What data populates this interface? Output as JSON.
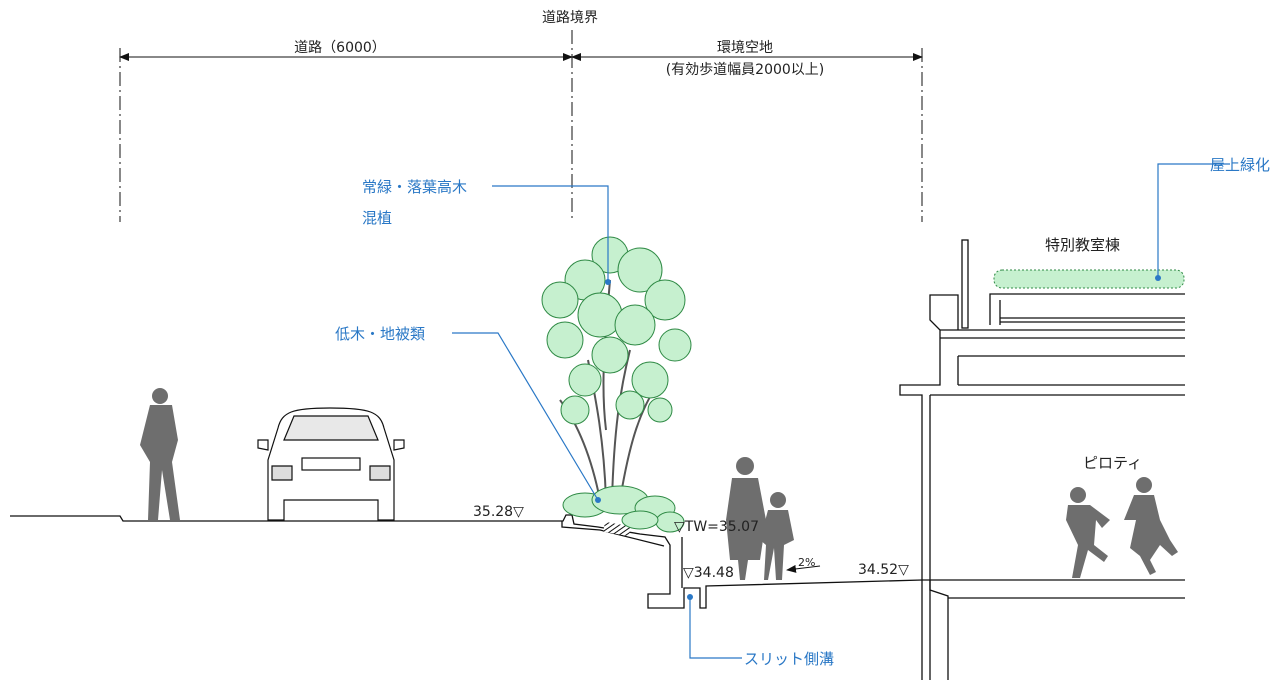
{
  "dimensions": {
    "boundary": "道路境界",
    "road": "道路（6000）",
    "open_space_line1": "環境空地",
    "open_space_line2": "(有効歩道幅員2000以上)"
  },
  "callouts": {
    "trees_line1": "常緑・落葉高木",
    "trees_line2": "混植",
    "shrubs": "低木・地被類",
    "roof_greening": "屋上緑化",
    "slit_gutter": "スリット側溝"
  },
  "building": {
    "name": "特別教室棟",
    "piloti": "ピロティ"
  },
  "levels": {
    "road": "35.28▽",
    "top_wall": "▽TW=35.07",
    "gutter": "▽34.48",
    "slope": "2%",
    "building": "34.52▽"
  },
  "colors": {
    "line": "#111111",
    "accent": "#2a78c6",
    "silhouette": "#6e6e6e",
    "foliage": "#c6f0cf",
    "foliage_edge": "#2f8a45"
  }
}
